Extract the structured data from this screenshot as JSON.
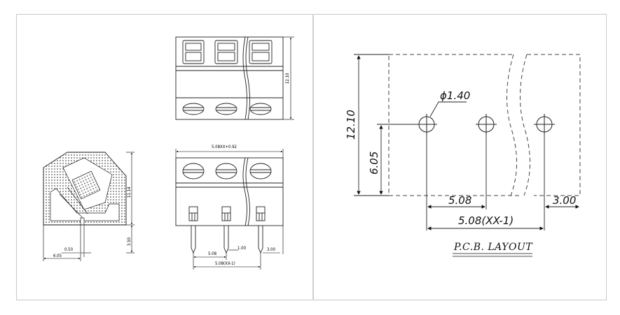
{
  "left_panel": {
    "top_view": {
      "height_dim": "12.10"
    },
    "side_view": {
      "height_dim": "11.14",
      "pin_dim": "3.50",
      "pin_width": "0.50",
      "base_dim": "6.05"
    },
    "front_view": {
      "width_dim": "5.08XX+0.92",
      "pitch": "5.08",
      "pin_width": "1.00",
      "edge": "3.00",
      "total": "5.08(XX-1)"
    }
  },
  "right_panel": {
    "hole_diameter": "ϕ1.40",
    "height": "12.10",
    "hole_height": "6.05",
    "pitch": "5.08",
    "edge": "3.00",
    "total": "5.08(XX-1)",
    "title": "P.C.B.  LAYOUT"
  }
}
